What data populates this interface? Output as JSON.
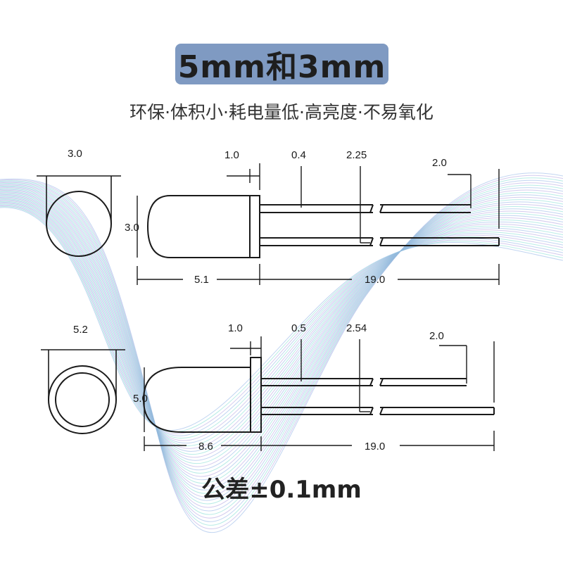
{
  "header": {
    "title": "5mm和3mm",
    "subtitle": "环保·体积小·耗电量低·高亮度·不易氧化"
  },
  "led_3mm": {
    "lens_diameter": "3.0",
    "flange": "1.0",
    "lead_width": "0.4",
    "lead_spacing": "2.25",
    "lead_step": "2.0",
    "body_height": "3.0",
    "body_length": "5.1",
    "lead_length": "19.0"
  },
  "led_5mm": {
    "lens_diameter": "5.2",
    "flange": "1.0",
    "lead_width": "0.5",
    "lead_spacing": "2.54",
    "lead_step": "2.0",
    "body_height": "5.0",
    "body_length": "8.6",
    "lead_length": "19.0"
  },
  "footer": {
    "tolerance": "公差±0.1mm"
  },
  "colors": {
    "title_bg": "#7f9ac2",
    "line": "#1a1a1a",
    "wave_blue": "#8fb3e6",
    "wave_teal": "#7fdcd2",
    "wave_purple": "#b0a2e0"
  }
}
